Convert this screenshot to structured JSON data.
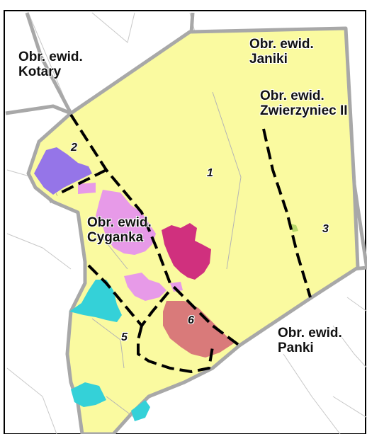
{
  "labels": {
    "kotary": {
      "line1": "Obr. ewid.",
      "line2": "Kotary"
    },
    "janiki": {
      "line1": "Obr. ewid.",
      "line2": "Janiki"
    },
    "zwierzyniec": {
      "line1": "Obr. ewid.",
      "line2": "Zwierzyniec II"
    },
    "cyganka": {
      "line1": "Obr. ewid.",
      "line2": "Cyganka"
    },
    "panki": {
      "line1": "Obr. ewid.",
      "line2": "Panki"
    }
  },
  "zones": [
    "1",
    "2",
    "3",
    "5",
    "6"
  ],
  "colors": {
    "area_fill": "#fafaa0",
    "boundary": "#a8a8a8",
    "zone_line": "#000000",
    "purple": "#9575e8",
    "pink": "#e79ae8",
    "magenta": "#d0307e",
    "red": "#d97a7a",
    "cyan": "#34d1d8"
  }
}
